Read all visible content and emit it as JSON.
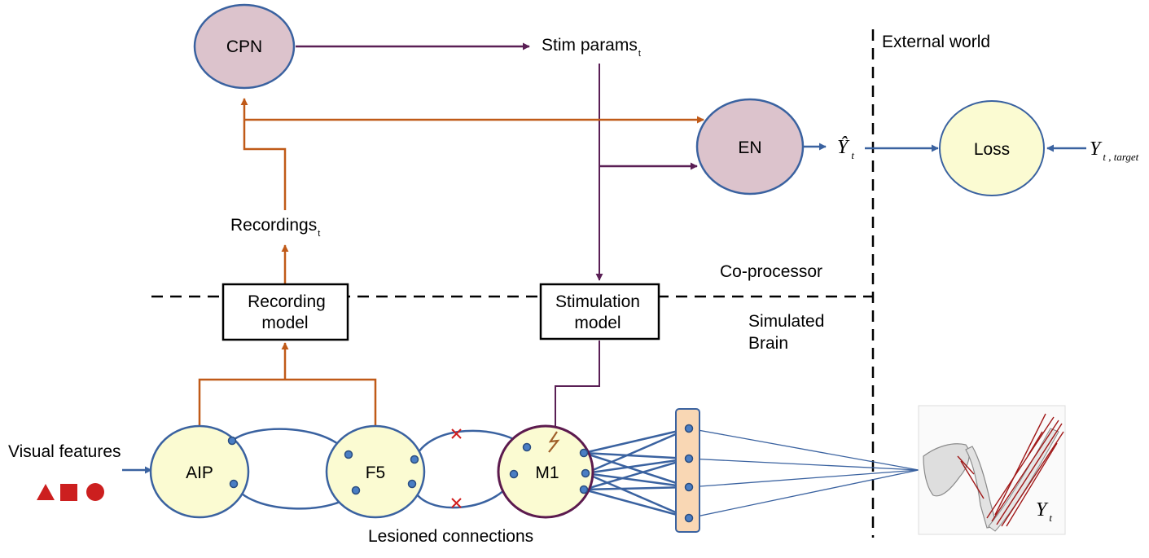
{
  "nodes": {
    "cpn": "CPN",
    "en": "EN",
    "loss": "Loss",
    "aip": "AIP",
    "f5": "F5",
    "m1": "M1"
  },
  "boxes": {
    "recording_line1": "Recording",
    "recording_line2": "model",
    "stimulation_line1": "Stimulation",
    "stimulation_line2": "model"
  },
  "labels": {
    "stim_params": "Stim params",
    "stim_params_sub": "t",
    "recordings": "Recordings",
    "recordings_sub": "t",
    "external_world": "External world",
    "co_processor": "Co-processor",
    "simulated_line1": "Simulated",
    "simulated_line2": "Brain",
    "visual_features": "Visual features",
    "lesioned_connections": "Lesioned connections",
    "y_hat": "Ŷ",
    "y_hat_sub": "t",
    "y_target": "Y",
    "y_target_sub": "t , target",
    "y_t": "Y",
    "y_t_sub": "t"
  },
  "colors": {
    "cpn_en_fill": "#dcc3cc",
    "loss_area_fill": "#fbfbd2",
    "node_stroke": "#3a62a0",
    "m1_stroke": "#5c1a4e",
    "orange": "#c05a18",
    "purple": "#5a1f55",
    "blue": "#3a62a0",
    "lesion": "#d22020",
    "muscle_bar": "#f9d7b4",
    "shape_red": "#cc1f1f"
  }
}
